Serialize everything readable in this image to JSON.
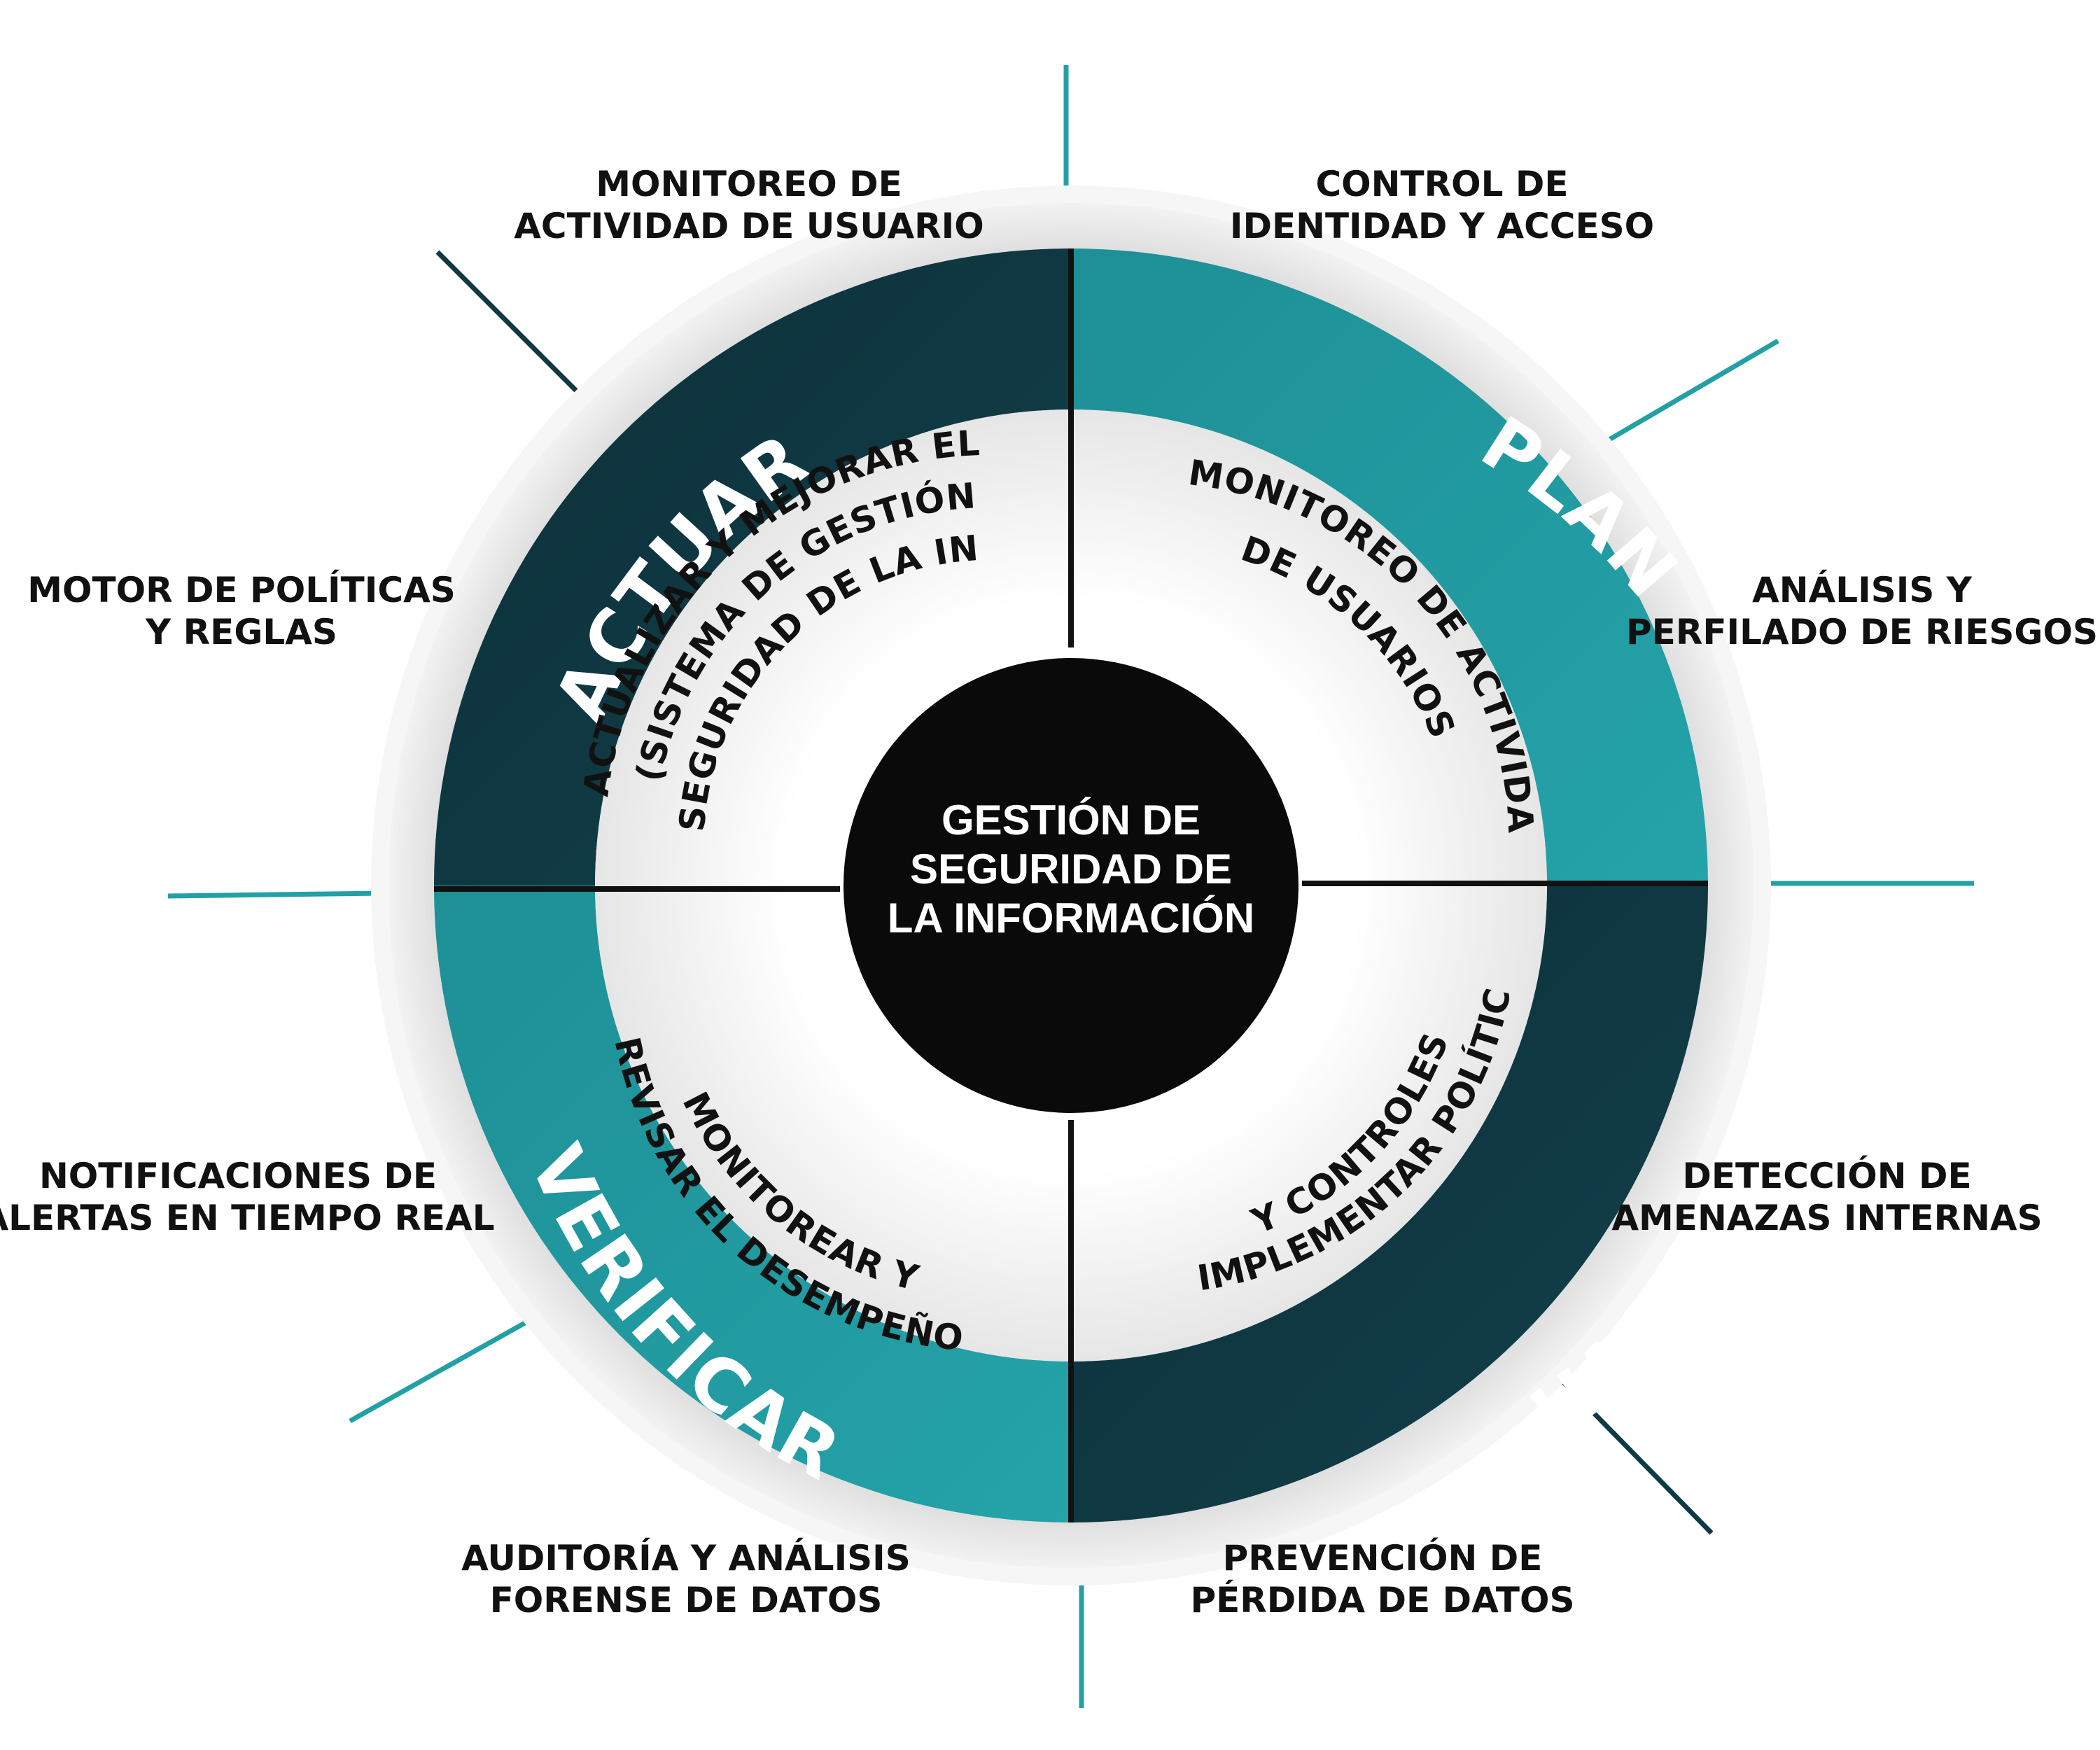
{
  "center": {
    "lines": [
      "GESTIÓN DE",
      "SEGURIDAD DE",
      "LA INFORMACIÓN"
    ]
  },
  "phases": {
    "plan": "PLAN",
    "hacer": "HACER",
    "verificar": "VERIFICAR",
    "actuar": "ACTUAR"
  },
  "inner": {
    "plan": [
      "MONITOREO DE ACTIVIDAD",
      "DE USUARIOS"
    ],
    "hacer": [
      "IMPLEMENTAR POLÍTICAS",
      "Y CONTROLES"
    ],
    "verificar": [
      "MONITOREAR Y",
      "REVISAR EL DESEMPEÑO"
    ],
    "actuar": [
      "ACTUALIZAR Y MEJORAR EL SGSI",
      "(SISTEMA DE GESTIÓN DE",
      "SEGURIDAD DE LA INFORMACIÓN)"
    ]
  },
  "outer": {
    "monitoreo": [
      "MONITOREO DE",
      "ACTIVIDAD DE USUARIO"
    ],
    "control": [
      "CONTROL DE",
      "IDENTIDAD Y ACCESO"
    ],
    "analisis": [
      "ANÁLISIS Y",
      "PERFILADO DE RIESGOS"
    ],
    "deteccion": [
      "DETECCIÓN DE",
      "AMENAZAS INTERNAS"
    ],
    "prevencion": [
      "PREVENCIÓN DE",
      "PÉRDIDA DE DATOS"
    ],
    "auditoria": [
      "AUDITORÍA Y ANÁLISIS",
      "FORENSE DE DATOS"
    ],
    "notificaciones": [
      "NOTIFICACIONES DE",
      "ALERTAS EN TIEMPO REAL"
    ],
    "motor": [
      "MOTOR DE POLÍTICAS",
      "Y REGLAS"
    ]
  },
  "colors": {
    "teal": "#22a0a6",
    "dark": "#0f3a45",
    "black": "#0a0a0a"
  }
}
